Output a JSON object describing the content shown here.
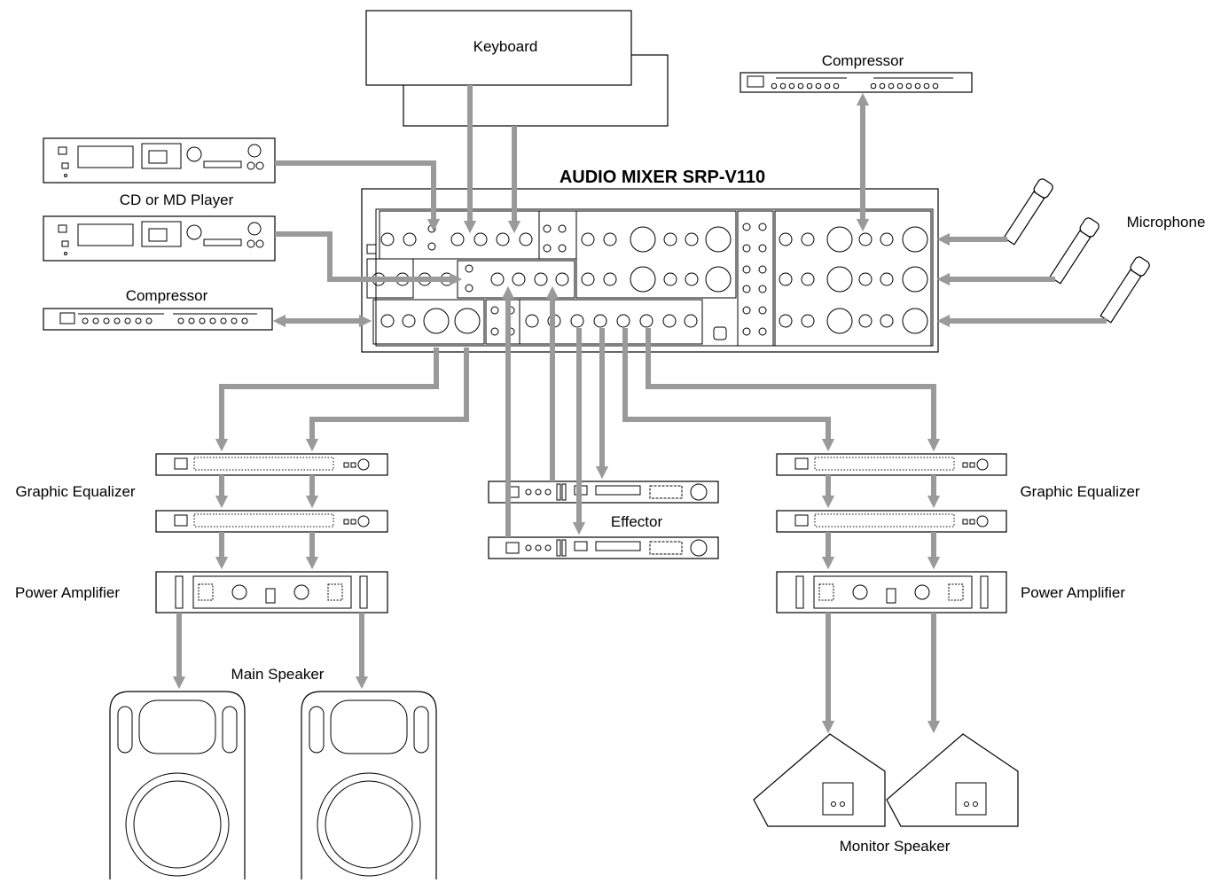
{
  "diagram": {
    "title": "AUDIO MIXER SRP-V110",
    "labels": {
      "keyboard": "Keyboard",
      "compressor_top": "Compressor",
      "microphone": "Microphone",
      "cd_md_player": "CD or MD Player",
      "compressor_left": "Compressor",
      "graphic_eq_left": "Graphic Equalizer",
      "graphic_eq_right": "Graphic Equalizer",
      "effector": "Effector",
      "power_amp_left": "Power Amplifier",
      "power_amp_right": "Power Amplifier",
      "main_speaker": "Main Speaker",
      "monitor_speaker": "Monitor Speaker"
    },
    "colors": {
      "cable": "#9a9a9a",
      "line": "#000000",
      "background": "#ffffff"
    }
  }
}
